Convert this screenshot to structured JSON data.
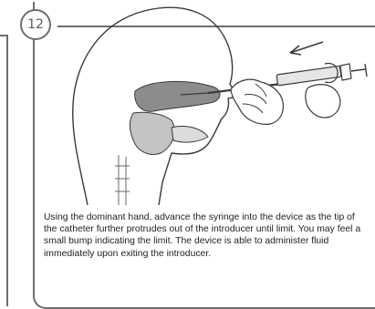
{
  "step": {
    "number": "12",
    "instruction": "Using the dominant hand, advance the syringe into the device as the tip of the catheter further protrudes out of the introducer until limit. You may feel a small bump indicating the limit. The device is able to administer fluid immediately upon exiting the introducer."
  },
  "illustration": {
    "arrow_direction": "left",
    "colors": {
      "line": "#3a3a3a",
      "nasal_shade": "#8c8c8c",
      "tissue_shade": "#c4c4c4"
    }
  }
}
